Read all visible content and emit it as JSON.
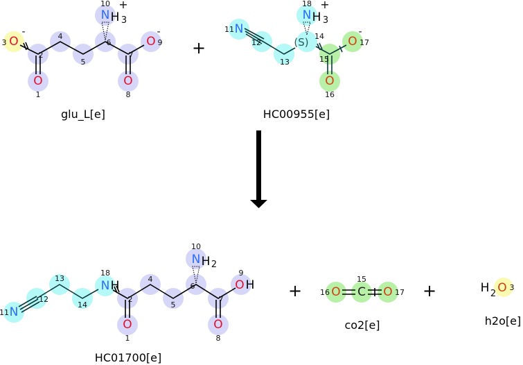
{
  "reactants": [
    {
      "name": "glu_L[e]",
      "atoms": {
        "O": "O",
        "N": "N",
        "H3": "H",
        "sub3": "3",
        "charge_plus": "+",
        "charge_minus": "-"
      },
      "numbers": [
        "1",
        "2",
        "3",
        "4",
        "5",
        "6",
        "7",
        "8",
        "9",
        "10"
      ]
    },
    {
      "name": "HC00955[e]",
      "stereo": "(S)",
      "numbers": [
        "11",
        "12",
        "13",
        "14",
        "15",
        "16",
        "17",
        "18"
      ]
    }
  ],
  "products": [
    {
      "name": "HC01700[e]",
      "numbers": [
        "1",
        "2",
        "4",
        "5",
        "6",
        "7",
        "8",
        "9",
        "10",
        "11",
        "12",
        "13",
        "14",
        "18"
      ]
    },
    {
      "name": "co2[e]",
      "numbers": [
        "15",
        "16",
        "17"
      ],
      "carbon": "C"
    },
    {
      "name": "h2o[e]",
      "numbers": [
        "3"
      ]
    }
  ],
  "operators": {
    "plus": "+"
  },
  "colors": {
    "glu": "#d6d6f8",
    "nitrile": "#b4f8f8",
    "carboxyl": "#b9f0a8",
    "water": "#fbfab2"
  }
}
